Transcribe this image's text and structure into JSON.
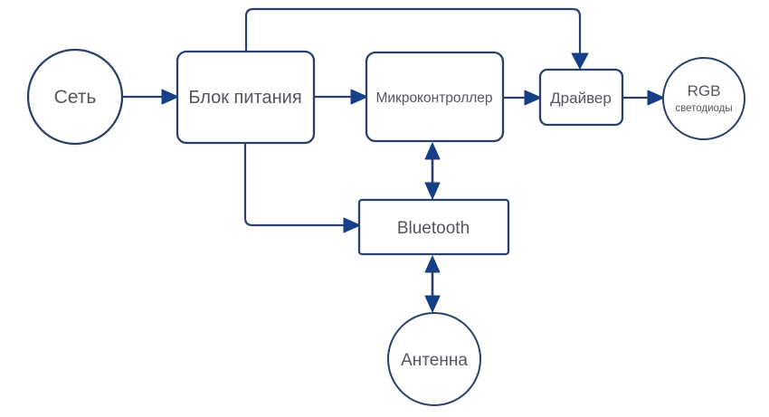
{
  "diagram": {
    "background": "#ffffff",
    "colors": {
      "shape_stroke": "#2a4068",
      "arrow_fill": "#163f87",
      "text": "#54555d"
    },
    "nodes": {
      "network": {
        "shape": "circle",
        "label": "Сеть"
      },
      "power_supply": {
        "shape": "rect",
        "label": "Блок питания"
      },
      "microcontroller": {
        "shape": "rect",
        "label": "Микроконтроллер"
      },
      "driver": {
        "shape": "rect",
        "label": "Драйвер"
      },
      "rgb_leds": {
        "shape": "circle",
        "label_line1": "RGB",
        "label_line2": "светодиоды"
      },
      "bluetooth": {
        "shape": "rect",
        "label": "Bluetooth"
      },
      "antenna": {
        "shape": "circle",
        "label": "Антенна"
      }
    },
    "edges": [
      {
        "from": "network",
        "to": "power_supply",
        "type": "arrow"
      },
      {
        "from": "power_supply",
        "to": "microcontroller",
        "type": "arrow"
      },
      {
        "from": "microcontroller",
        "to": "driver",
        "type": "arrow"
      },
      {
        "from": "driver",
        "to": "rgb_leds",
        "type": "arrow"
      },
      {
        "from": "power_supply",
        "to": "driver",
        "type": "arrow",
        "route": "top-bypass"
      },
      {
        "from": "power_supply",
        "to": "bluetooth",
        "type": "arrow",
        "route": "down-right"
      },
      {
        "from": "microcontroller",
        "to": "bluetooth",
        "type": "double-arrow"
      },
      {
        "from": "bluetooth",
        "to": "antenna",
        "type": "double-arrow"
      }
    ]
  }
}
